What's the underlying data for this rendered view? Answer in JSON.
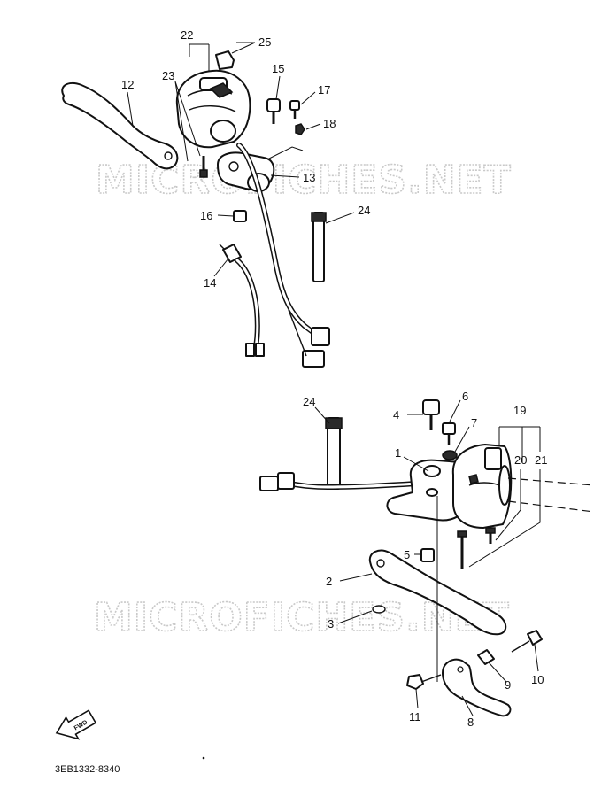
{
  "diagram": {
    "part_code": "3EB1332-8340",
    "direction_label": "FWD",
    "watermark": "MICROFICHES.NET",
    "callouts": {
      "c1": "1",
      "c2": "2",
      "c3": "3",
      "c4": "4",
      "c5": "5",
      "c6": "6",
      "c7": "7",
      "c8": "8",
      "c9": "9",
      "c10": "10",
      "c11": "11",
      "c12": "12",
      "c13": "13",
      "c14": "14",
      "c15": "15",
      "c16": "16",
      "c17": "17",
      "c18": "18",
      "c19": "19",
      "c20": "20",
      "c21": "21",
      "c22": "22",
      "c23": "23",
      "c24a": "24",
      "c24b": "24",
      "c25": "25"
    }
  }
}
